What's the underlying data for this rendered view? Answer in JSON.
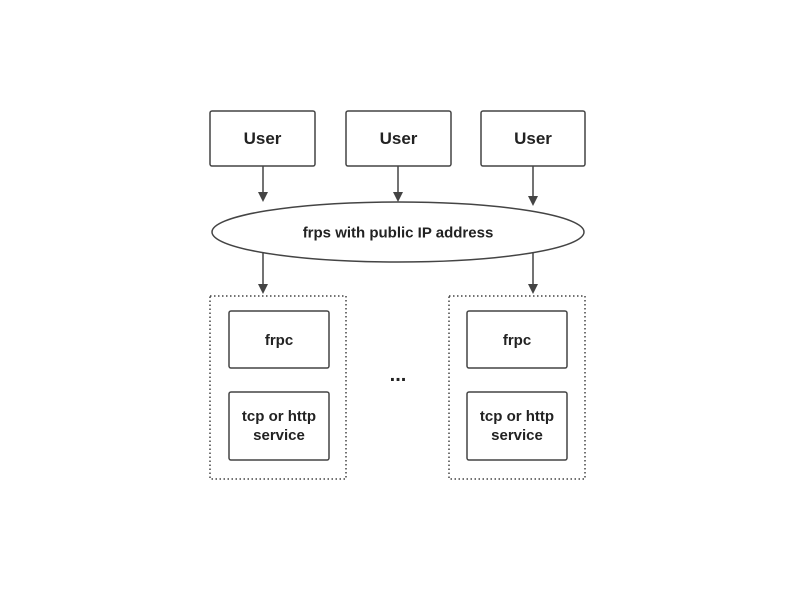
{
  "users": [
    {
      "label": "User"
    },
    {
      "label": "User"
    },
    {
      "label": "User"
    }
  ],
  "server": {
    "label": "frps with public IP address"
  },
  "clients": [
    {
      "frpc_label": "frpc",
      "service_line1": "tcp or http",
      "service_line2": "service"
    },
    {
      "frpc_label": "frpc",
      "service_line1": "tcp or http",
      "service_line2": "service"
    }
  ],
  "ellipsis": "...",
  "colors": {
    "stroke": "#444444",
    "text": "#222222",
    "background": "#ffffff"
  }
}
